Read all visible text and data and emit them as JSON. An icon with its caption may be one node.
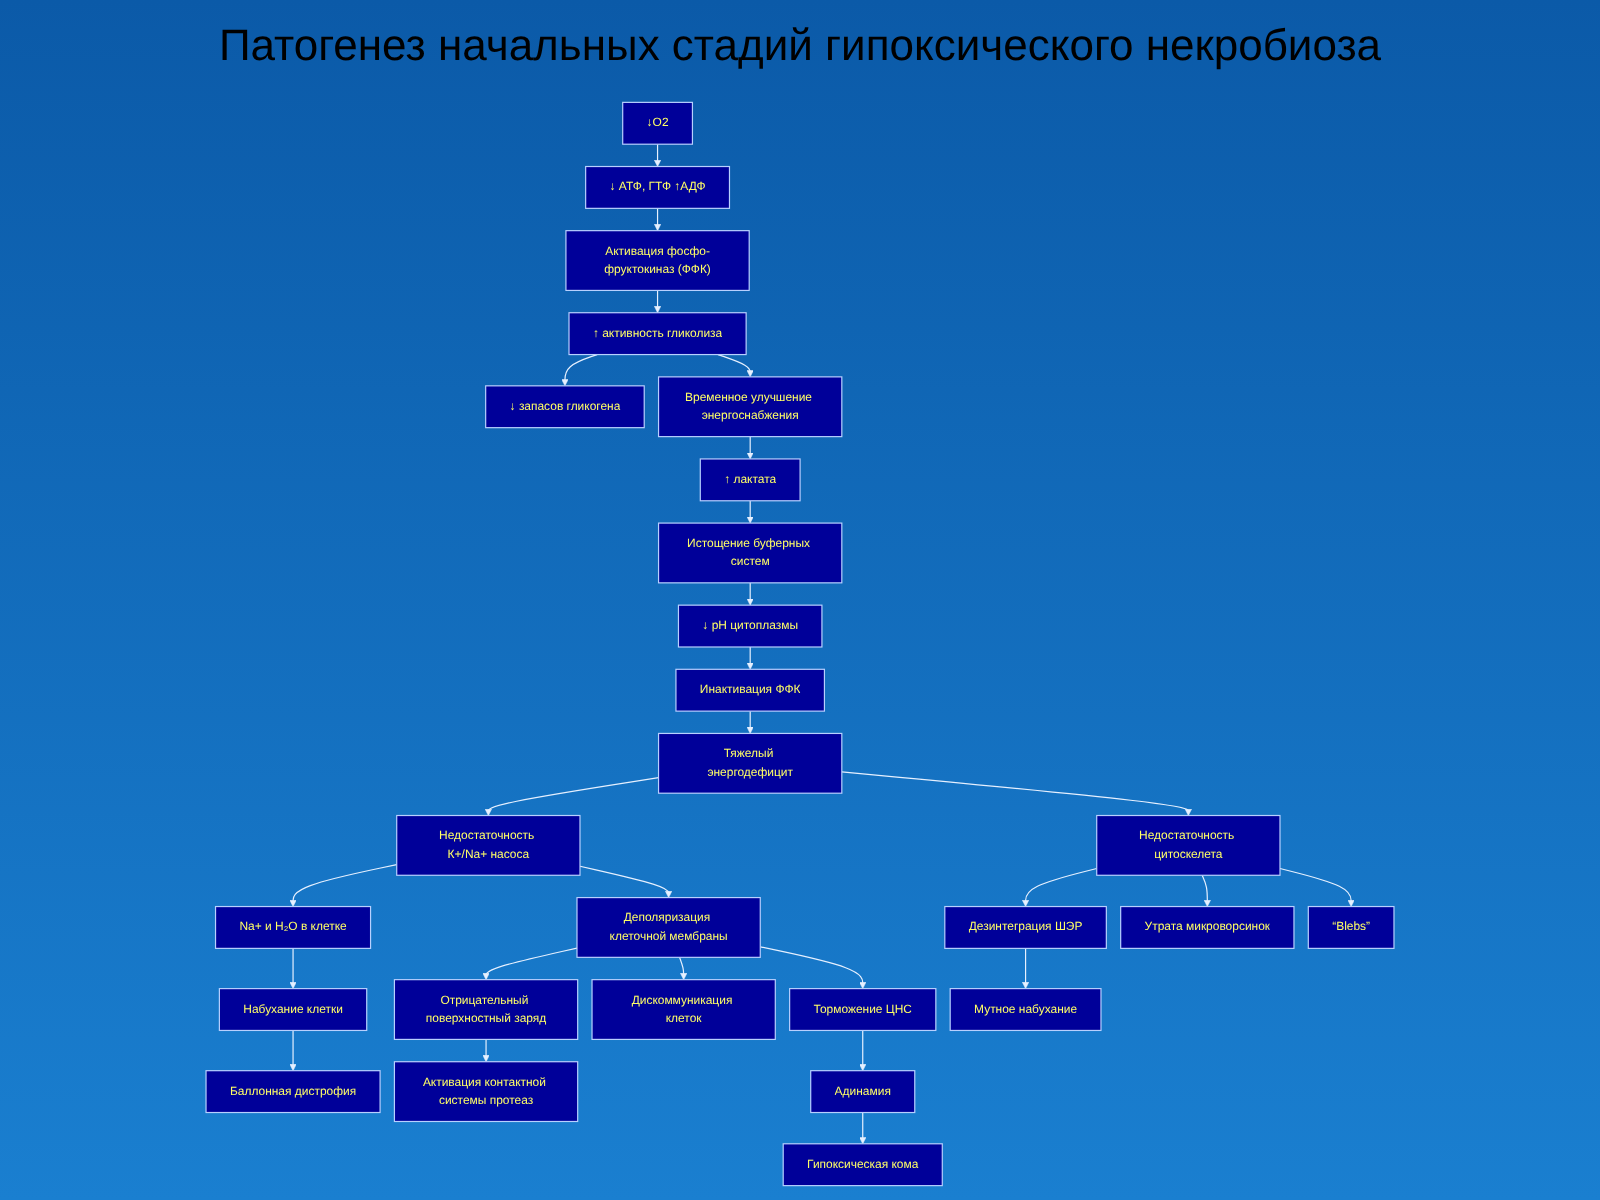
{
  "diagram": {
    "title": "Патогенез начальных стадий гипоксического некробиоза",
    "nodes": [
      {
        "text": [
          "↓O2"
        ]
      },
      {
        "text": [
          "↓ АТФ, ГТФ ↑АДФ"
        ]
      },
      {
        "text": [
          "Активация фосфо-фруктокиназ (ФФК)"
        ]
      },
      {
        "text": [
          "↑ активность гликолиза"
        ]
      },
      {
        "text": [
          "↓ запасов гликогена"
        ]
      },
      {
        "text": [
          "Временное улучшение энергоснабжения"
        ]
      },
      {
        "text": [
          "↑ лактата"
        ]
      },
      {
        "text": [
          "Истощение буферных систем"
        ]
      },
      {
        "text": [
          "↓ pH цитоплазмы"
        ]
      },
      {
        "text": [
          "Инактивация ФФК"
        ]
      },
      {
        "text": [
          "Тяжелый энергодефицит"
        ]
      },
      {
        "text": [
          "Недостаточность К+/Na+ насоса"
        ]
      },
      {
        "text": [
          "Na+ и H₂O в клетке"
        ]
      },
      {
        "text": [
          "Набухание клетки"
        ]
      },
      {
        "text": [
          "Баллонная дистрофия"
        ]
      },
      {
        "text": [
          "Недостаточность цитоскелета"
        ]
      },
      {
        "text": [
          "Деполяризация клеточной мембраны"
        ]
      },
      {
        "text": [
          "Дезинтеграция ШЭР"
        ]
      },
      {
        "text": [
          "Утрата микроворсинок"
        ]
      },
      {
        "text": [
          "“Blebs”"
        ]
      },
      {
        "text": [
          "Отрицательный поверхностный заряд"
        ]
      },
      {
        "text": [
          "Дискоммуникация клеток"
        ]
      },
      {
        "text": [
          "Торможение ЦНС"
        ]
      },
      {
        "text": [
          "Мутное набухание"
        ]
      },
      {
        "text": [
          "Активация контактной системы протеаз"
        ]
      },
      {
        "text": [
          "Адинамия"
        ]
      },
      {
        "text": [
          "Гипоксическая кома"
        ]
      }
    ],
    "edges": [
      {
        "from": 0,
        "to": 1,
        "arrow": "to"
      },
      {
        "from": 1,
        "to": 2,
        "arrow": "to"
      },
      {
        "from": 2,
        "to": 3,
        "arrow": "to"
      },
      {
        "from": 3,
        "to": 4,
        "arrow": "to"
      },
      {
        "from": 3,
        "to": 5,
        "arrow": "to"
      },
      {
        "from": 5,
        "to": 6,
        "arrow": "to"
      },
      {
        "from": 6,
        "to": 7,
        "arrow": "to"
      },
      {
        "from": 7,
        "to": 8,
        "arrow": "to"
      },
      {
        "from": 8,
        "to": 9,
        "arrow": "to"
      },
      {
        "from": 9,
        "to": 10,
        "arrow": "to"
      },
      {
        "from": 10,
        "to": 11,
        "arrow": "to"
      },
      {
        "from": 11,
        "to": 12,
        "arrow": "to"
      },
      {
        "from": 12,
        "to": 13,
        "arrow": "to"
      },
      {
        "from": 13,
        "to": 14,
        "arrow": "to"
      },
      {
        "from": 10,
        "to": 15,
        "arrow": "to"
      },
      {
        "from": 11,
        "to": 16,
        "arrow": "to"
      },
      {
        "from": 15,
        "to": 17,
        "arrow": "to"
      },
      {
        "from": 15,
        "to": 18,
        "arrow": "to"
      },
      {
        "from": 15,
        "to": 19,
        "arrow": "to"
      },
      {
        "from": 16,
        "to": 20,
        "arrow": "to"
      },
      {
        "from": 16,
        "to": 22,
        "arrow": "to"
      },
      {
        "from": 16,
        "to": 21,
        "arrow": "to"
      },
      {
        "from": 17,
        "to": 23,
        "arrow": "to"
      },
      {
        "from": 20,
        "to": 24,
        "arrow": "to"
      },
      {
        "from": 22,
        "to": 25,
        "arrow": "to"
      },
      {
        "from": 25,
        "to": 26,
        "arrow": "to"
      }
    ]
  }
}
